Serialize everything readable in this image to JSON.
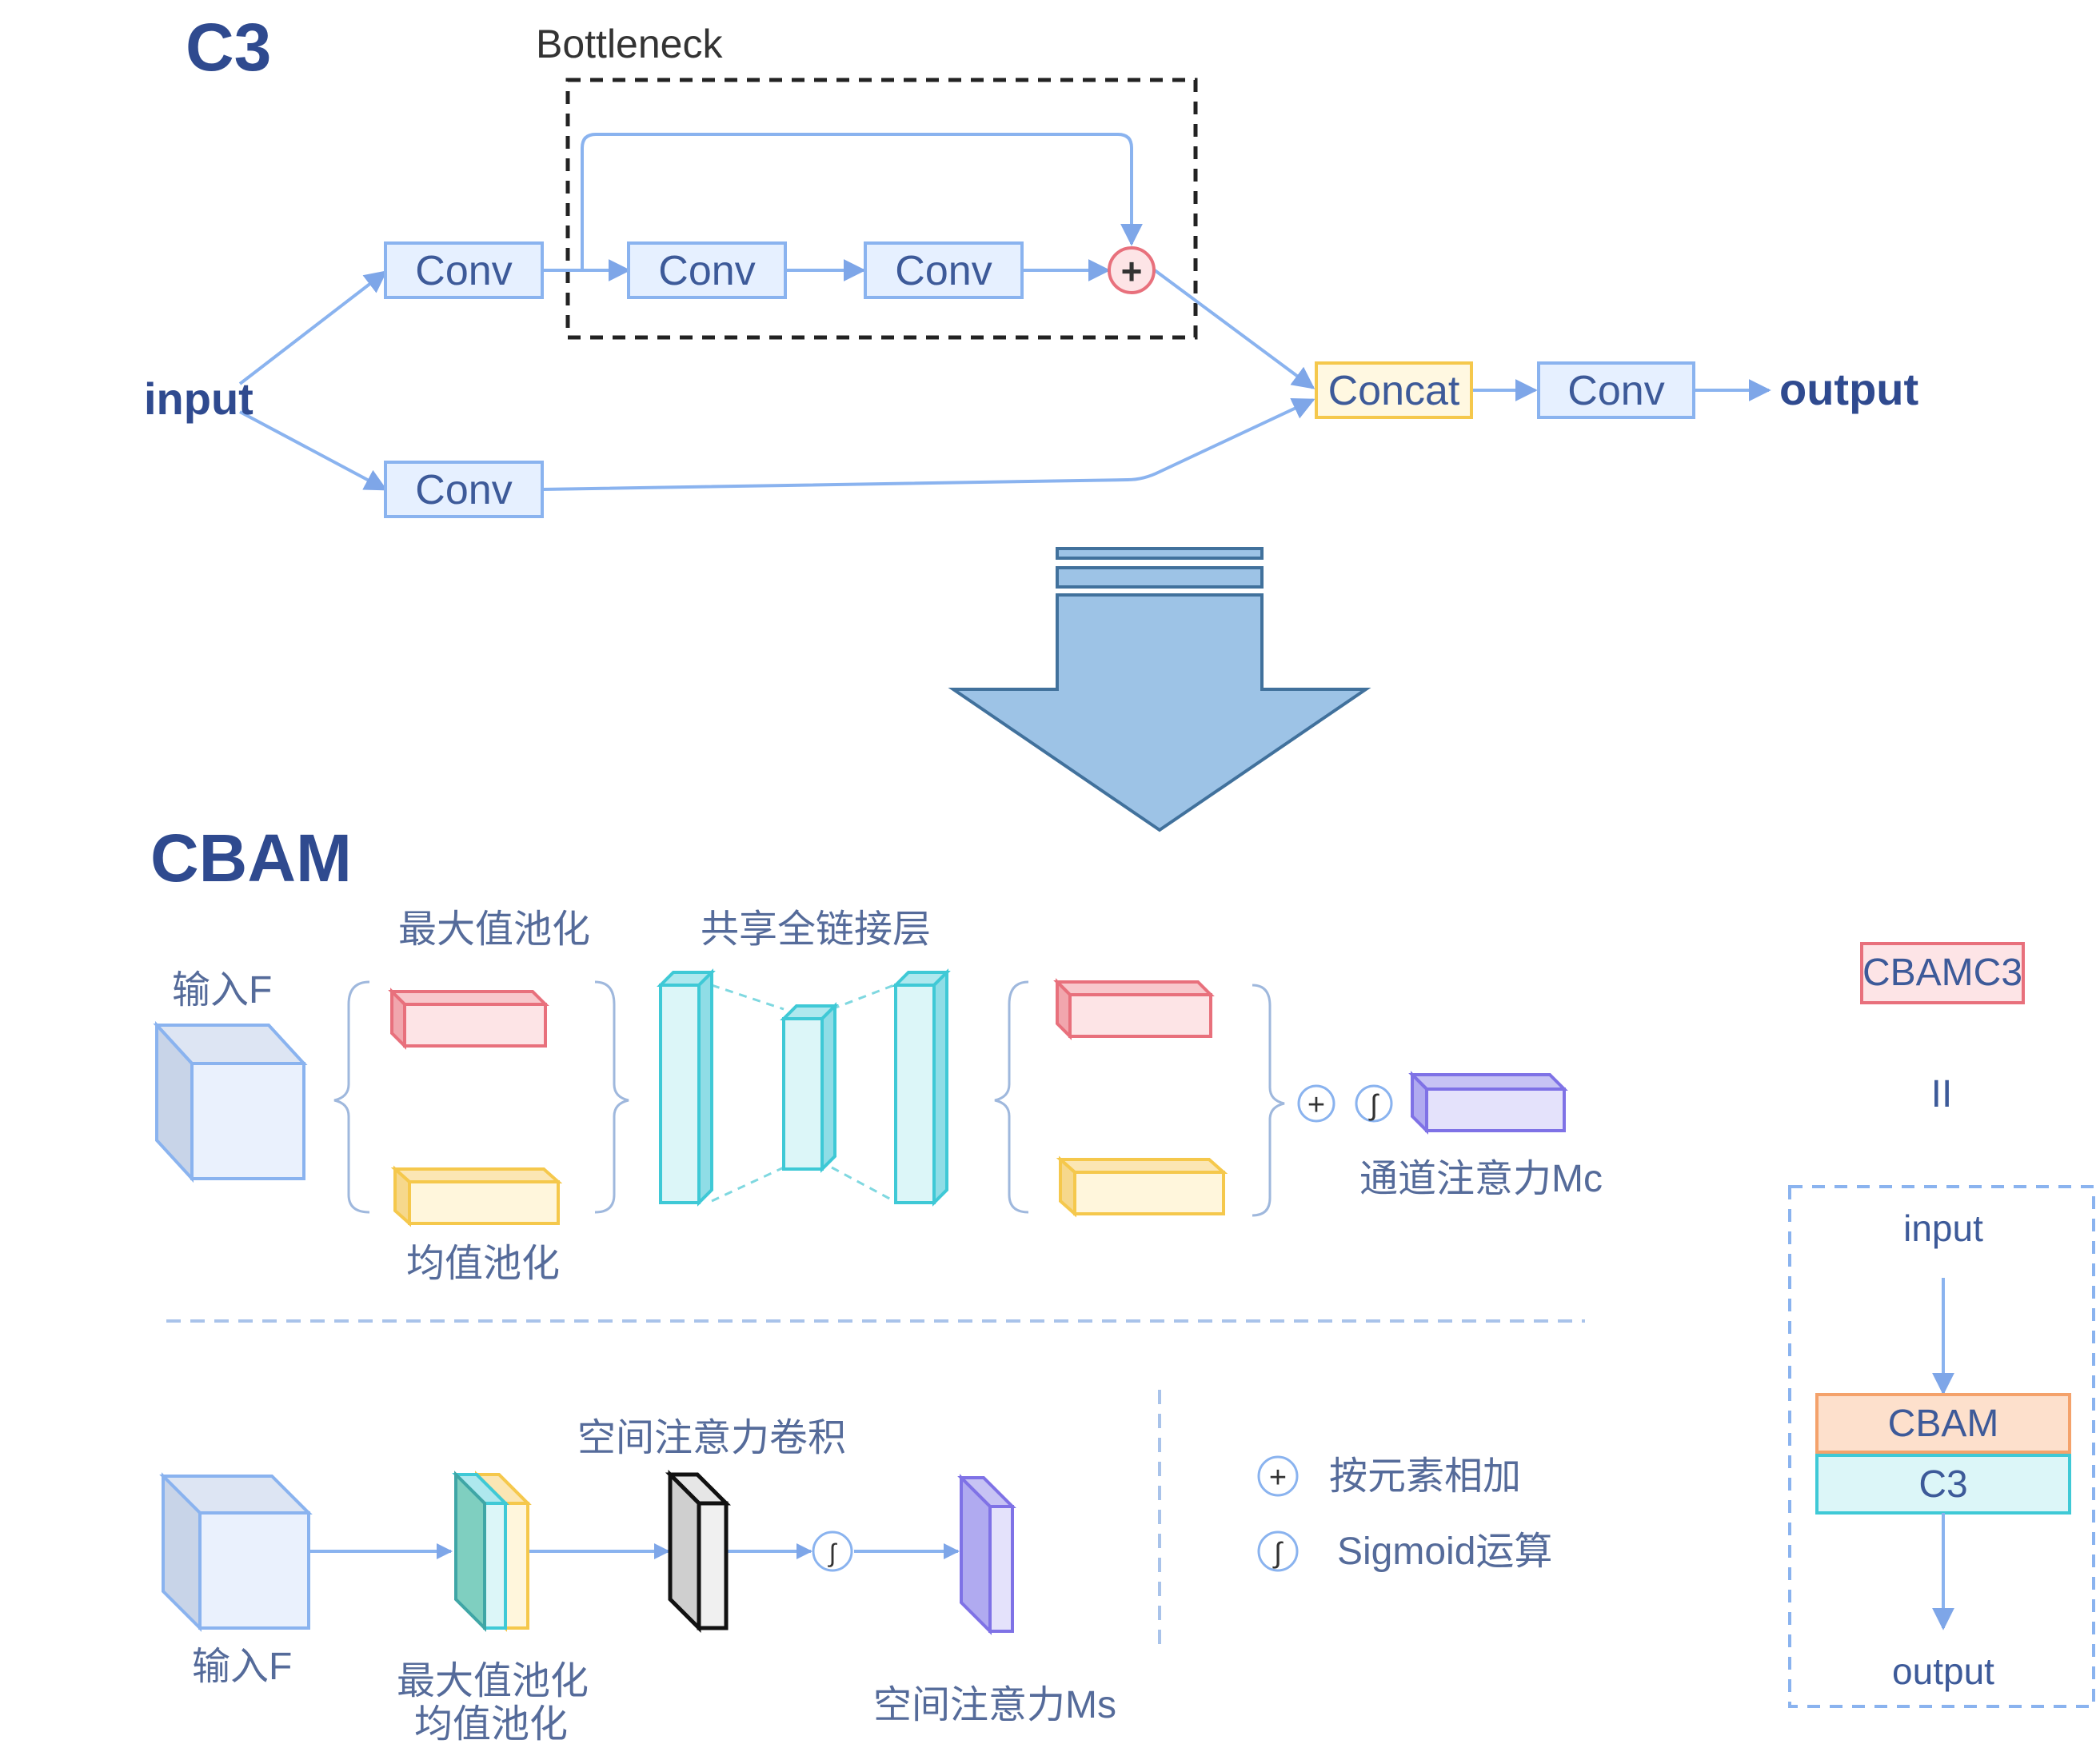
{
  "c3": {
    "title": "C3",
    "bottleneck_label": "Bottleneck",
    "input_label": "input",
    "output_label": "output",
    "conv_top": "Conv",
    "conv_bottom": "Conv",
    "bottleneck_conv1": "Conv",
    "bottleneck_conv2": "Conv",
    "add_symbol": "+",
    "concat": "Concat",
    "conv_after_concat": "Conv"
  },
  "cbam": {
    "title": "CBAM",
    "channel": {
      "input_label": "输入F",
      "maxpool_label": "最大值池化",
      "avgpool_label": "均值池化",
      "shared_mlp_label": "共享全链接层",
      "add_symbol": "+",
      "sigmoid_symbol": "∫",
      "output_label": "通道注意力Mc"
    },
    "spatial": {
      "input_label": "输入F",
      "pool_label_line1": "最大值池化",
      "pool_label_line2": "均值池化",
      "conv_label": "空间注意力卷积",
      "sigmoid_symbol": "∫",
      "output_label": "空间注意力Ms"
    },
    "legend": {
      "add_symbol": "+",
      "add_text": "按元素相加",
      "sigmoid_symbol": "∫",
      "sigmoid_text": "Sigmoid运算"
    }
  },
  "cbamc3": {
    "title": "CBAMC3",
    "equals": "II",
    "input_label": "input",
    "cbam_block": "CBAM",
    "c3_block": "C3",
    "output_label": "output"
  },
  "colors": {
    "flow_line": "#8ab3ef",
    "title_blue": "#2f4a8f",
    "arrow_fill": "#9dc3e6",
    "arrow_stroke": "#41719c"
  }
}
